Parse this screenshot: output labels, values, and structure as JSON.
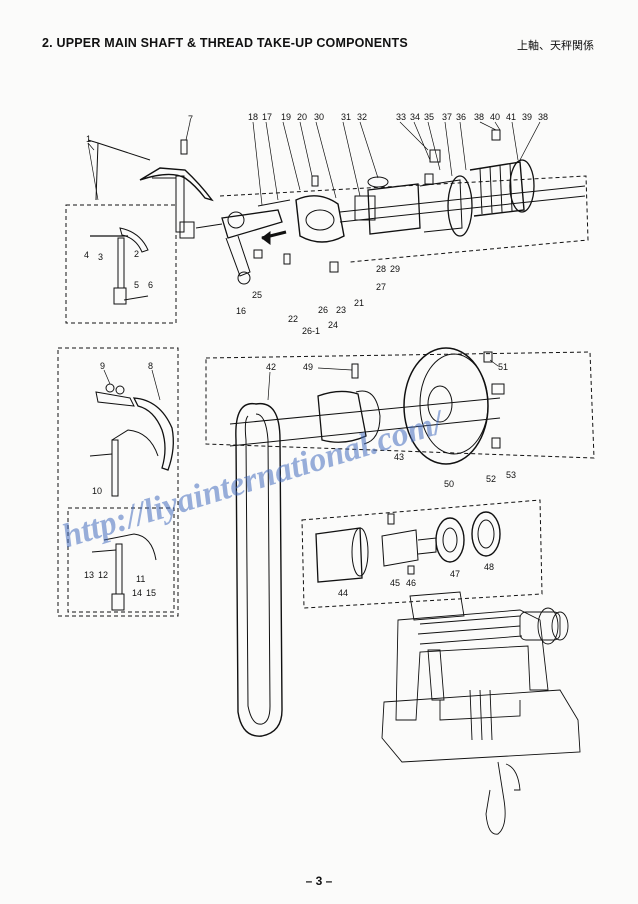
{
  "header": {
    "title": "2. UPPER MAIN SHAFT & THREAD TAKE-UP COMPONENTS",
    "title_jp": "上軸、天秤関係"
  },
  "watermark": "http://liyainternational.com/",
  "page_number": "– 3 –",
  "part_labels": {
    "p1": "1",
    "p2": "2",
    "p3": "3",
    "p4": "4",
    "p5": "5",
    "p6": "6",
    "p7": "7",
    "p8": "8",
    "p9": "9",
    "p10": "10",
    "p11": "11",
    "p12": "12",
    "p13": "13",
    "p14": "14",
    "p15": "15",
    "p16": "16",
    "p17": "17",
    "p18": "18",
    "p19": "19",
    "p20": "20",
    "p21": "21",
    "p22": "22",
    "p23": "23",
    "p24": "24",
    "p25": "25",
    "p26": "26",
    "p26_1": "26-1",
    "p27": "27",
    "p28": "28",
    "p29": "29",
    "p30": "30",
    "p31": "31",
    "p32": "32",
    "p33": "33",
    "p34": "34",
    "p35": "35",
    "p36": "36",
    "p37": "37",
    "p38a": "38",
    "p38b": "38",
    "p39": "39",
    "p40": "40",
    "p41": "41",
    "p42": "42",
    "p43": "43",
    "p44": "44",
    "p45": "45",
    "p46": "46",
    "p47": "47",
    "p48": "48",
    "p49": "49",
    "p50": "50",
    "p51": "51",
    "p52": "52",
    "p53": "53"
  },
  "colors": {
    "ink": "#111111",
    "watermark": "#466ebe"
  }
}
